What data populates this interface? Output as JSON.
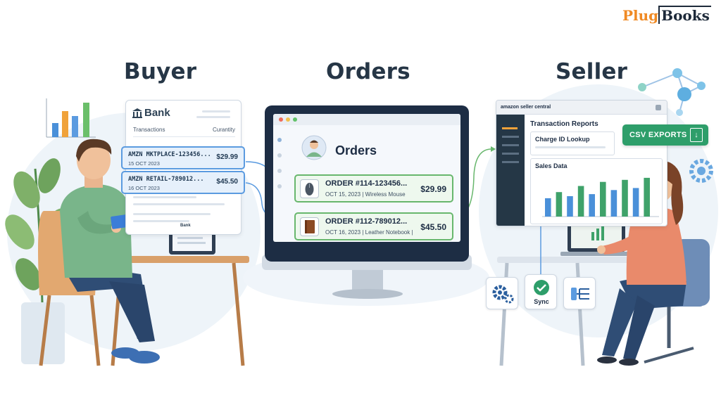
{
  "logo": {
    "part1": "Plug",
    "part2": "Books"
  },
  "headings": {
    "buyer": "Buyer",
    "orders": "Orders",
    "seller": "Seller"
  },
  "bank": {
    "title": "Bank",
    "col_transactions": "Transactions",
    "col_quantity": "Curantity",
    "transactions": [
      {
        "ref": "AMZN MKTPLACE-123456...",
        "date": "15 OCT 2023",
        "amount": "$29.99"
      },
      {
        "ref": "AMZN RETAIL-789012...",
        "date": "16 OCT 2023",
        "amount": "$45.50"
      }
    ]
  },
  "tablet": {
    "label": "Bank"
  },
  "orders_screen": {
    "title": "Orders",
    "orders": [
      {
        "id": "ORDER #114-123456...",
        "meta": "OCT 15, 2023 | Wireless Mouse",
        "amount": "$29.99"
      },
      {
        "id": "ORDER #112-789012...",
        "meta": "OCT 16, 2023 | Leather Notebook |",
        "amount": "$45.50"
      }
    ]
  },
  "seller_central": {
    "brand": "amazon seller central",
    "transaction_reports": "Transaction Reports",
    "charge_lookup": "Charge ID Lookup",
    "sales_data": "Sales Data",
    "csv_exports": "CSV EXPORTS",
    "chart_bars": [
      0.45,
      0.6,
      0.5,
      0.75,
      0.55,
      0.85,
      0.65,
      0.9,
      0.7,
      0.95
    ]
  },
  "sync": {
    "label": "Sync"
  },
  "colors": {
    "accent_blue": "#5b9be0",
    "accent_green": "#68b76d",
    "export_green": "#2e9e6a"
  }
}
